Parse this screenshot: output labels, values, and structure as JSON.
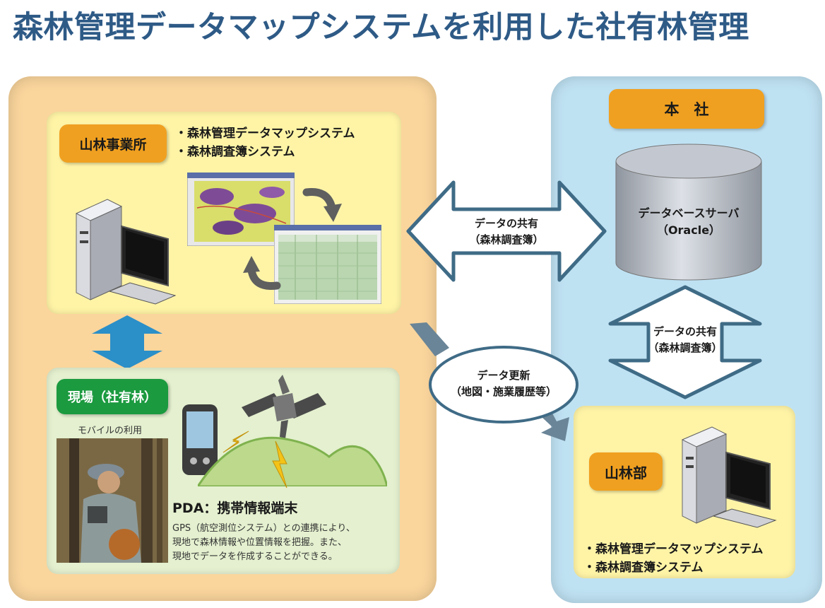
{
  "title": "森林管理データマップシステムを利用した社有林管理",
  "office": {
    "label": "山林事業所",
    "systems": [
      "・森林管理データマップシステム",
      "・森林調査簿システム"
    ]
  },
  "field": {
    "label": "現場（社有林）",
    "mobile_caption": "モバイルの利用",
    "pda_title": "PDA：携帯情報端末",
    "pda_desc": [
      "GPS（航空測位システム）との連携により、",
      "現地で森林情報や位置情報を把握。また、",
      "現地でデータを作成することができる。"
    ]
  },
  "hq": {
    "label": "本　社",
    "db_name": "データベースサーバ",
    "db_product": "（Oracle）"
  },
  "forestry_dept": {
    "label": "山林部",
    "systems": [
      "・森林管理データマップシステム",
      "・森林調査簿システム"
    ]
  },
  "arrows": {
    "share_h": [
      "データの共有",
      "（森林調査簿）"
    ],
    "share_v": [
      "データの共有",
      "（森林調査簿）"
    ],
    "update": [
      "データ更新",
      "（地図・施業履歴等）"
    ]
  }
}
